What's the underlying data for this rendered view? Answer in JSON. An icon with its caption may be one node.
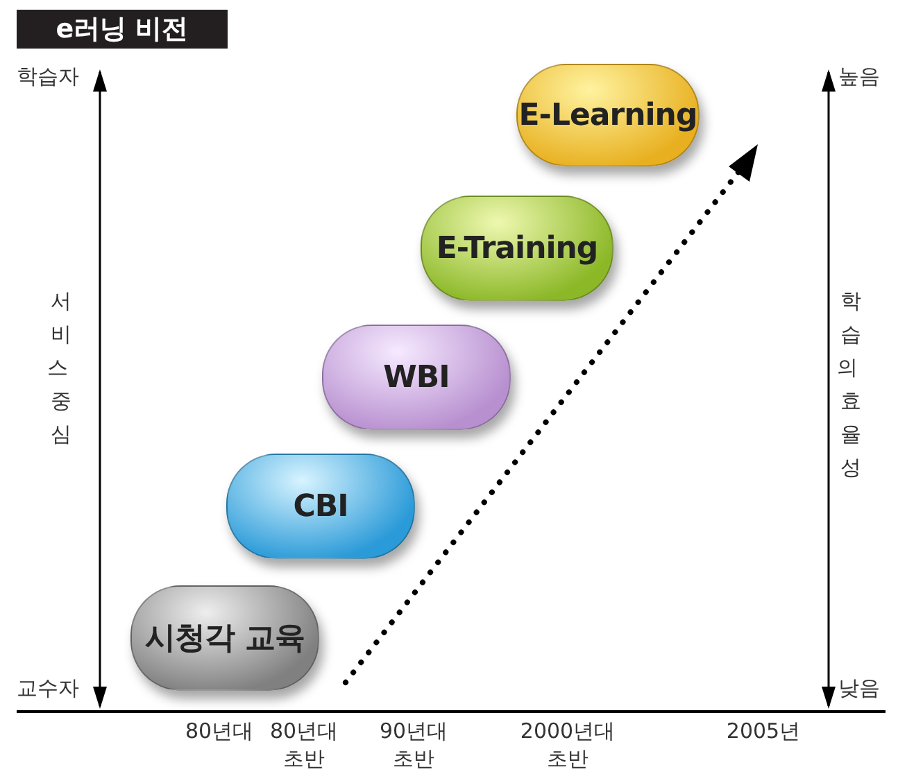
{
  "diagram": {
    "title": "e러닝 비전",
    "nodes": [
      {
        "text": [
          "E-Learning"
        ]
      },
      {
        "text": [
          "E-Training"
        ]
      },
      {
        "text": [
          "WBI"
        ]
      },
      {
        "text": [
          "CBI"
        ]
      },
      {
        "text": [
          "시청각 교육"
        ]
      }
    ],
    "labels": [
      "학습자",
      "높음",
      "서비스 중심",
      "학습의 효율성",
      "교수자",
      "낮음",
      "80년대",
      "80년대 초반",
      "90년대 초반",
      "2000년대 초반",
      "2005년"
    ]
  }
}
